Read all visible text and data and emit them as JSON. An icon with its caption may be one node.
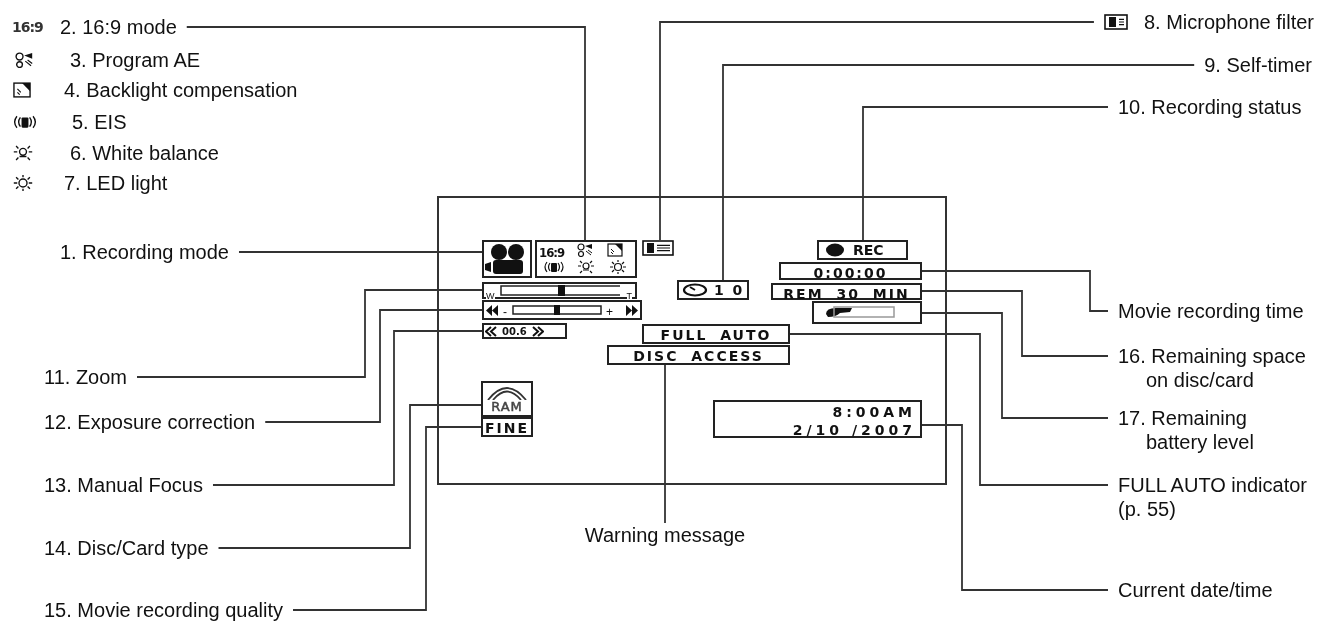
{
  "diagram": {
    "nodes": [
      {
        "text": [],
        "shape": "box"
      },
      {
        "text": [],
        "shape": "box",
        "in": 0
      },
      {
        "text": [
          "16:9"
        ],
        "in": 0
      },
      {
        "text": [],
        "shape": "box",
        "in": 0
      },
      {
        "text": [
          "1 0"
        ],
        "in": 0
      },
      {
        "text": [
          "REC"
        ],
        "in": 0
      },
      {
        "text": [
          "0:00:00"
        ],
        "in": 0
      },
      {
        "text": [
          "REM 30 MIN"
        ],
        "in": 0
      },
      {
        "text": [],
        "shape": "box",
        "in": 0
      },
      {
        "text": [
          "W",
          "T"
        ],
        "in": 0
      },
      {
        "text": [
          "-",
          "+"
        ],
        "in": 0
      },
      {
        "text": [
          "00.6"
        ],
        "in": 0
      },
      {
        "text": [
          "FULL AUTO"
        ],
        "in": 0
      },
      {
        "text": [
          "DISC ACCESS"
        ],
        "in": 0
      },
      {
        "text": [
          "RAM"
        ],
        "in": 0
      },
      {
        "text": [
          "FINE"
        ],
        "in": 0
      },
      {
        "text": [
          "8:00AM",
          "2/10 /2007"
        ],
        "in": 0
      },
      {
        "text": [
          "2. 16:9 mode"
        ]
      },
      {
        "text": [
          "8. Microphone filter"
        ]
      },
      {
        "text": [
          "9. Self-timer"
        ]
      },
      {
        "text": [
          "10. Recording status"
        ]
      },
      {
        "text": [
          "1. Recording mode"
        ]
      },
      {
        "text": [
          "Movie recording time"
        ]
      },
      {
        "text": [
          "11. Zoom"
        ]
      },
      {
        "text": [
          "16. Remaining space on disc/card"
        ]
      },
      {
        "text": [
          "12. Exposure correction"
        ]
      },
      {
        "text": [
          "17. Remaining battery level"
        ]
      },
      {
        "text": [
          "13. Manual Focus"
        ]
      },
      {
        "text": [
          "FULL AUTO indicator (p. 55)"
        ]
      },
      {
        "text": [
          "Warning message"
        ]
      },
      {
        "text": [
          "14. Disc/Card type"
        ]
      },
      {
        "text": [
          "Current date/time"
        ]
      },
      {
        "text": [
          "15. Movie recording quality"
        ]
      }
    ],
    "edges": [
      {
        "from": 17,
        "to": 2,
        "arrow": "none"
      },
      {
        "from": 18,
        "to": 3,
        "arrow": "none"
      },
      {
        "from": 19,
        "to": 4,
        "arrow": "none"
      },
      {
        "from": 20,
        "to": 5,
        "arrow": "none"
      },
      {
        "from": 21,
        "to": 1,
        "arrow": "none"
      },
      {
        "from": 22,
        "to": 6,
        "arrow": "none"
      },
      {
        "from": 23,
        "to": 9,
        "arrow": "none"
      },
      {
        "from": 24,
        "to": 7,
        "arrow": "none"
      },
      {
        "from": 25,
        "to": 10,
        "arrow": "none"
      },
      {
        "from": 26,
        "to": 8,
        "arrow": "none"
      },
      {
        "from": 27,
        "to": 11,
        "arrow": "none"
      },
      {
        "from": 28,
        "to": 12,
        "arrow": "none"
      },
      {
        "from": 29,
        "to": 13,
        "arrow": "none"
      },
      {
        "from": 30,
        "to": 14,
        "arrow": "none"
      },
      {
        "from": 31,
        "to": 16,
        "arrow": "none"
      },
      {
        "from": 32,
        "to": 15,
        "arrow": "none"
      }
    ],
    "labels": [
      "16:9",
      "3. Program AE",
      "4. Backlight compensation",
      "5. EIS",
      "6. White balance",
      "7. LED light"
    ]
  }
}
